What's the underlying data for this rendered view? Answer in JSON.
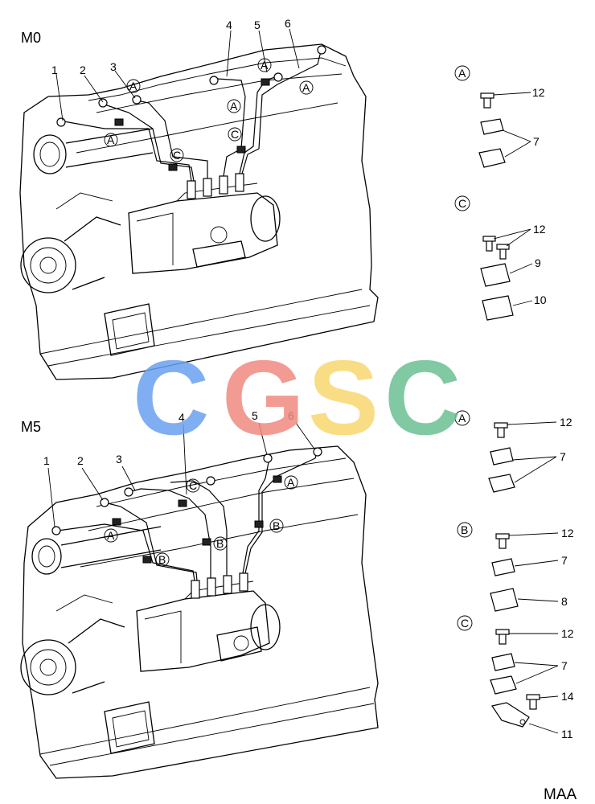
{
  "watermark": {
    "letters": [
      "C",
      "G",
      "S",
      "C"
    ],
    "colors": [
      "#6aa0f0",
      "#f08a80",
      "#f8d870",
      "#6cc093"
    ]
  },
  "variants": {
    "top": "M0",
    "bottom": "M5"
  },
  "top_callouts": [
    "1",
    "2",
    "3",
    "4",
    "5",
    "6"
  ],
  "top_markers": [
    "A",
    "A",
    "A",
    "A",
    "A",
    "C",
    "C"
  ],
  "bottom_callouts": [
    "1",
    "2",
    "3",
    "4",
    "5",
    "6"
  ],
  "bottom_markers": [
    "A",
    "A",
    "B",
    "B",
    "B",
    "C"
  ],
  "details": {
    "m0_a": {
      "marker": "A",
      "labels": [
        "12",
        "7"
      ]
    },
    "m0_c": {
      "marker": "C",
      "labels": [
        "12",
        "9",
        "10"
      ]
    },
    "m5_a": {
      "marker": "A",
      "labels": [
        "12",
        "7"
      ]
    },
    "m5_b": {
      "marker": "B",
      "labels": [
        "12",
        "7",
        "8"
      ]
    },
    "m5_c": {
      "marker": "C",
      "labels": [
        "12",
        "7",
        "14",
        "11"
      ]
    }
  },
  "footer_code": "MAA"
}
